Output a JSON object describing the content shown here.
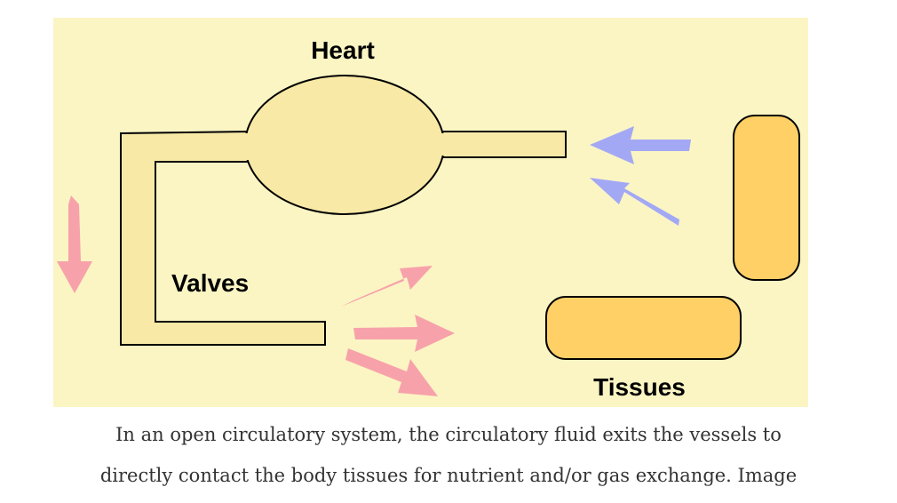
{
  "diagram": {
    "labels": {
      "heart": "Heart",
      "valves": "Valves",
      "tissues": "Tissues"
    },
    "colors": {
      "background": "#fbf5c4",
      "vessel": "#f8e9a6",
      "tissue": "#ffd066",
      "outflow_arrow": "#f7a2aa",
      "inflow_arrow": "#a3a8f5"
    }
  },
  "caption": {
    "line1": "In an open circulatory system, the circulatory fluid exits the vessels to",
    "line2": "directly contact the body tissues for nutrient and/or gas exchange. Image"
  }
}
